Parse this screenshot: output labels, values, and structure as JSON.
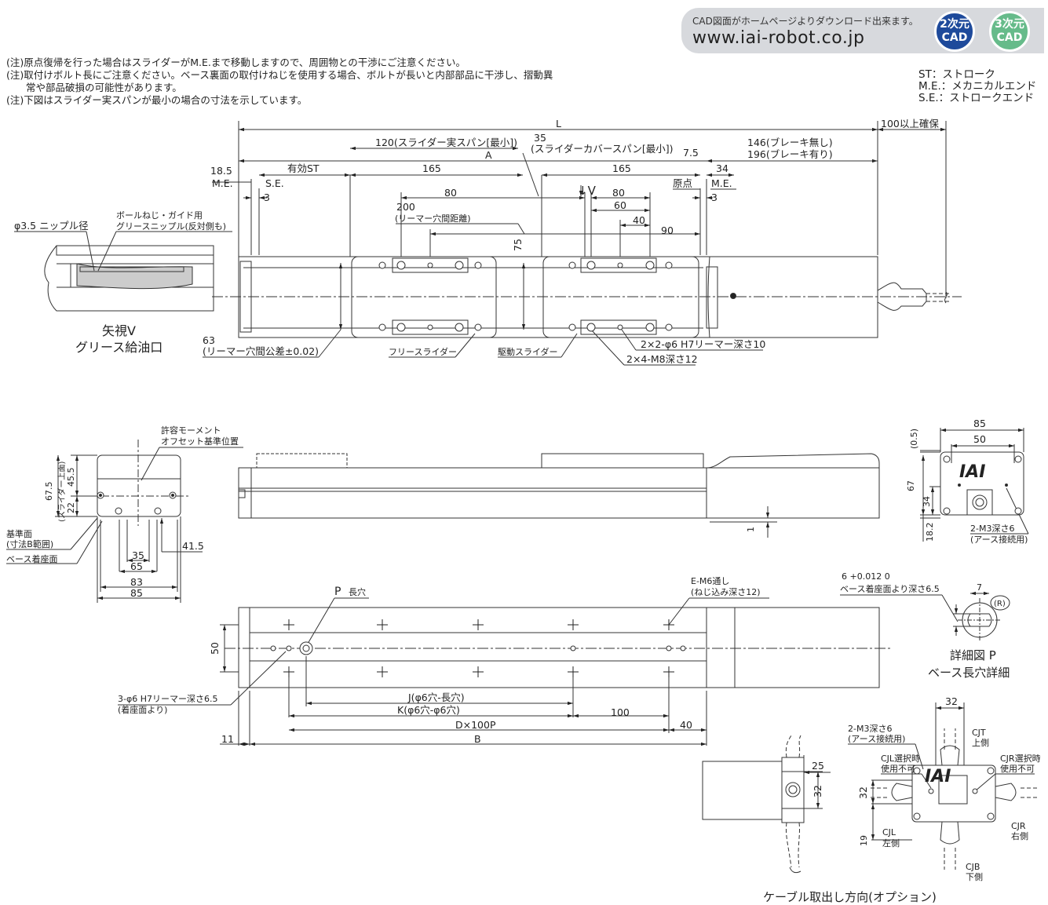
{
  "cad_banner": {
    "download_text": "CAD図面がホームページよりダウンロード出来ます。",
    "url": "www.iai-robot.co.jp",
    "badge_2d": [
      "2次元",
      "CAD"
    ],
    "badge_3d": [
      "3次元",
      "CAD"
    ],
    "color_2d": "#1e4a9b",
    "color_3d": "#66bb8a"
  },
  "notes": [
    "(注)原点復帰を行った場合はスライダーがM.E.まで移動しますので、周囲物との干渉にご注意ください。",
    "(注)取付けボルト長にご注意ください。ベース裏面の取付けねじを使用する場合、ボルトが長いと内部部品に干渉し、摺動異",
    "　　常や部品破損の可能性があります。",
    "(注)下図はスライダー実スパンが最小の場合の寸法を示しています。"
  ],
  "legend": [
    "ST：ストローク",
    "M.E.：メカニカルエンド",
    "S.E.：ストロークエンド"
  ],
  "top_view": {
    "L": "L",
    "clearance": "100以上確保",
    "span_real": "120(スライダー実スパン[最小])",
    "A": "A",
    "cover_span_value": "35",
    "cover_span": "(スライダーカバースパン[最小])",
    "d7_5": "7.5",
    "brake_none": "146(ブレーキ無し)",
    "brake_with": "196(ブレーキ有り)",
    "d18_5": "18.5",
    "ME_left": "M.E.",
    "SE": "S.E.",
    "d3_left": "3",
    "eff_st": "有効ST",
    "d165_a": "165",
    "d165_b": "165",
    "d34": "34",
    "origin": "原点",
    "ME_right": "M.E.",
    "d3_right": "3",
    "d80_a": "80",
    "view_v": "↓V",
    "d80_b": "80",
    "d60": "60",
    "d40": "40",
    "d90": "90",
    "d200": "200",
    "reamer_dist": "(リーマー穴間距離)",
    "d75": "75",
    "free_slider": "フリースライダー",
    "drive_slider": "駆動スライダー",
    "reamer_holes": "2×2-φ6 H7リーマー深さ10",
    "m8_holes": "2×4-M8深さ12",
    "d63": "63",
    "reamer_tol": "(リーマー穴間公差±0.02)"
  },
  "view_v": {
    "nipple": "φ3.5 ニップル径",
    "grease_title": "ボールねじ・ガイド用",
    "grease_sub": "グリースニップル(反対側も)",
    "title": "矢視V",
    "subtitle": "グリース給油口"
  },
  "end_view": {
    "moment_1": "許容モーメント",
    "moment_2": "オフセット基準位置",
    "d67_5": "67.5",
    "slider_top": "(スライダー上面)",
    "d45_5": "45.5",
    "d22": "22",
    "ref_1": "基準面",
    "ref_2": "(寸法B範囲)",
    "base_face": "ベース着座面",
    "d41_5": "41.5",
    "d35": "35",
    "d65": "65",
    "d83": "83",
    "d85": "85"
  },
  "side_view": {
    "d1": "1"
  },
  "motor_end": {
    "d85": "85",
    "d50": "50",
    "d0_5": "(0.5)",
    "d67": "67",
    "d34": "34",
    "d18_2": "18.2",
    "logo": "IAI",
    "m3_1": "2-M3深さ6",
    "m3_2": "(アース接続用)"
  },
  "bottom_view": {
    "P": "P",
    "long_hole": "長穴",
    "e_m6": "E-M6通し",
    "screw_depth": "(ねじ込み深さ12)",
    "d50": "50",
    "reamer3_1": "3-φ6 H7リーマー深さ6.5",
    "reamer3_2": "(着座面より)",
    "J": "J(φ6穴-長穴)",
    "K": "K(φ6穴-φ6穴)",
    "d100": "100",
    "D": "D×100P",
    "d40": "40",
    "d11": "11",
    "B": "B"
  },
  "detail_p": {
    "tol": "6 +0.012 0",
    "depth": "ベース着座面より深さ6.5",
    "d7": "7",
    "R": "(R)",
    "title": "詳細図 P",
    "subtitle": "ベース長穴詳細"
  },
  "cable": {
    "m3_1": "2-M3深さ6",
    "m3_2": "(アース接続用)",
    "d32_top": "32",
    "CJT": "CJT",
    "CJT_sub": "上側",
    "CJL_ng1": "CJL選択時",
    "CJL_ng2": "使用不可",
    "CJR_ng1": "CJR選択時",
    "CJR_ng2": "使用不可",
    "d25": "25",
    "d32_side": "32",
    "d32_left": "32",
    "d19": "19",
    "CJL": "CJL",
    "CJL_sub": "左側",
    "CJR": "CJR",
    "CJR_sub": "右側",
    "CJB": "CJB",
    "CJB_sub": "下側",
    "caption": "ケーブル取出し方向(オプション)",
    "logo": "IAI"
  }
}
